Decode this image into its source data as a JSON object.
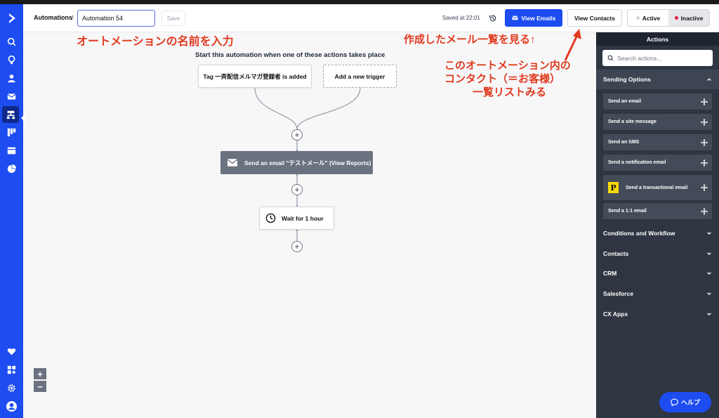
{
  "header": {
    "breadcrumb": "Automations",
    "breadcrumb_sep": "/",
    "automation_name": "Automation 54",
    "save_label": "Save",
    "saved_at": "Saved at 22:01",
    "view_emails_label": "View Emails",
    "view_contacts_label": "View Contacts",
    "status_options": [
      {
        "label": "Active",
        "dot_color": "#d1d5db",
        "selected": false
      },
      {
        "label": "Inactive",
        "dot_color": "#e11d48",
        "selected": true
      }
    ]
  },
  "canvas": {
    "start_title": "Start this automation when one of these actions takes place",
    "trigger_label": "Tag 一斉配信メルマガ登録者 is added",
    "add_trigger_label": "Add a new trigger",
    "email_step_label": "Send an email \"テストメール\" (View Reports)",
    "wait_step_label": "Wait for 1 hour",
    "plus_glyph": "+",
    "zoom_in": "+",
    "zoom_out": "−"
  },
  "annotations": {
    "name_hint": "オートメーションの名前を入力",
    "emails_hint": "作成したメール一覧を見る↑",
    "contacts_hint_1": "このオートメーション内の",
    "contacts_hint_2": "コンタクト（＝お客様）",
    "contacts_hint_3": "一覧リストみる"
  },
  "panel": {
    "title": "Actions",
    "search_placeholder": "Search actions...",
    "sections": [
      {
        "label": "Sending Options",
        "open": true
      },
      {
        "label": "Conditions and Workflow",
        "open": false
      },
      {
        "label": "Contacts",
        "open": false
      },
      {
        "label": "CRM",
        "open": false
      },
      {
        "label": "Salesforce",
        "open": false
      },
      {
        "label": "CX Apps",
        "open": false
      }
    ],
    "sending_actions": [
      "Send an email",
      "Send a site message",
      "Send an SMS",
      "Send a notification email",
      "Send a transactional email",
      "Send a 1:1 email"
    ],
    "transactional_logo_letter": "P",
    "help_label": "ヘルプ"
  },
  "colors": {
    "brand_blue": "#1d4cf0",
    "annotation_red": "#e03a1e",
    "panel_bg": "#2f3642"
  }
}
